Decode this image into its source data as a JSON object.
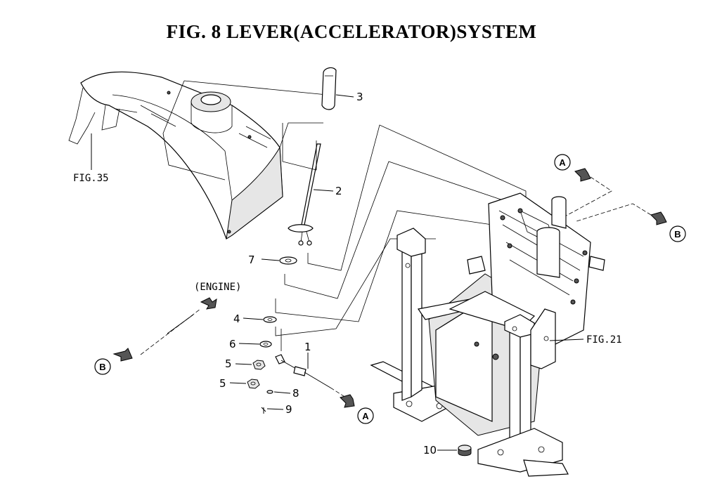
{
  "title": "FIG. 8  LEVER(ACCELERATOR)SYSTEM",
  "refs": {
    "fig35": "FIG.35",
    "fig21": "FIG.21",
    "engine": "(ENGINE)"
  },
  "connectors": {
    "a": "A",
    "b": "B"
  },
  "callouts": [
    "1",
    "2",
    "3",
    "4",
    "5",
    "6",
    "7",
    "8",
    "9",
    "10"
  ]
}
